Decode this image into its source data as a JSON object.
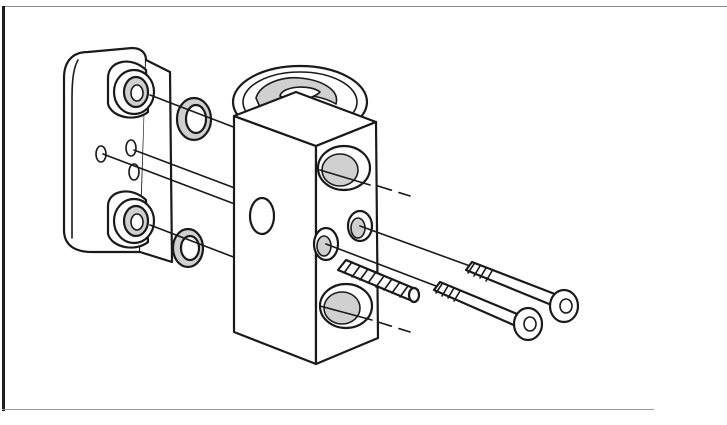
{
  "colors": {
    "line": "#1a1a1a",
    "shade": "#d0d0d0",
    "background": "#ffffff",
    "frame": "#8c8c8c"
  },
  "parts": [
    "mounting-flange",
    "upper-o-ring",
    "lower-o-ring",
    "expansion-valve-block",
    "stud",
    "bolt-upper",
    "bolt-lower"
  ]
}
